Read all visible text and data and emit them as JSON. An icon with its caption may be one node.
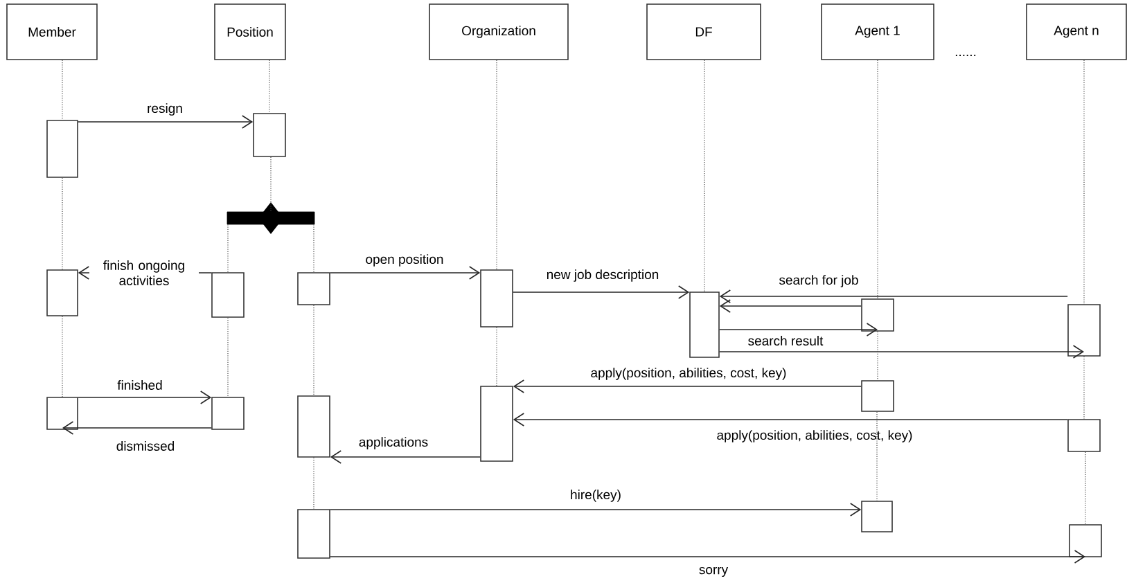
{
  "diagram": {
    "nodes": [
      {
        "text": [
          "Member"
        ]
      },
      {
        "text": [
          "Position"
        ]
      },
      {
        "text": [
          "Organization"
        ]
      },
      {
        "text": [
          "DF"
        ]
      },
      {
        "text": [
          "Agent 1"
        ]
      },
      {
        "text": [
          "Agent n"
        ]
      },
      {
        "text": [],
        "shape": "box"
      },
      {
        "text": [],
        "shape": "box"
      },
      {
        "text": [],
        "shape": "bar"
      },
      {
        "text": [],
        "shape": "box"
      },
      {
        "text": [],
        "shape": "box"
      },
      {
        "text": [],
        "shape": "box"
      },
      {
        "text": [],
        "shape": "box"
      },
      {
        "text": [],
        "shape": "box"
      },
      {
        "text": [],
        "shape": "box"
      },
      {
        "text": [],
        "shape": "box"
      },
      {
        "text": [],
        "shape": "box"
      },
      {
        "text": [],
        "shape": "box"
      },
      {
        "text": [],
        "shape": "box"
      },
      {
        "text": [],
        "shape": "box"
      },
      {
        "text": [],
        "shape": "box"
      },
      {
        "text": [],
        "shape": "box"
      },
      {
        "text": [],
        "shape": "box"
      },
      {
        "text": [],
        "shape": "box"
      },
      {
        "text": [],
        "shape": "box"
      }
    ],
    "edges": [
      {
        "from": 6,
        "to": 7,
        "arrow": "to",
        "label": "resign"
      },
      {
        "from": 10,
        "to": 9,
        "arrow": "to",
        "label": "finish ongoing activities"
      },
      {
        "from": 11,
        "to": 12,
        "arrow": "to",
        "label": "open position"
      },
      {
        "from": 12,
        "to": 13,
        "arrow": "to",
        "label": "new job description"
      },
      {
        "from": 14,
        "to": 13,
        "arrow": "to",
        "label": "search for job"
      },
      {
        "from": 15,
        "to": 13,
        "arrow": "to"
      },
      {
        "from": 13,
        "to": 14,
        "arrow": "to"
      },
      {
        "from": 13,
        "to": 15,
        "arrow": "to",
        "label": "search result"
      },
      {
        "from": 16,
        "to": 20,
        "arrow": "to",
        "label": "apply(position, abilities, cost, key)"
      },
      {
        "from": 17,
        "to": 18,
        "arrow": "to",
        "label": "finished"
      },
      {
        "from": 18,
        "to": 17,
        "arrow": "to",
        "label": "dismissed"
      },
      {
        "from": 21,
        "to": 20,
        "arrow": "to",
        "label": "apply(position, abilities, cost, key)"
      },
      {
        "from": 20,
        "to": 19,
        "arrow": "to",
        "label": "applications"
      },
      {
        "from": 22,
        "to": 23,
        "arrow": "to",
        "label": "hire(key)"
      },
      {
        "from": 22,
        "to": 24,
        "arrow": "to",
        "label": "sorry"
      },
      {
        "from": 0,
        "to": 6,
        "arrow": "none",
        "style": "dashed"
      },
      {
        "from": 6,
        "to": 9,
        "arrow": "none",
        "style": "dashed"
      },
      {
        "from": 9,
        "to": 17,
        "arrow": "none",
        "style": "dashed"
      },
      {
        "from": 1,
        "to": 7,
        "arrow": "none",
        "style": "dashed"
      },
      {
        "from": 7,
        "to": 8,
        "arrow": "none",
        "style": "dashed"
      },
      {
        "from": 8,
        "to": 10,
        "arrow": "none",
        "style": "dashed"
      },
      {
        "from": 10,
        "to": 18,
        "arrow": "none",
        "style": "dashed"
      },
      {
        "from": 8,
        "to": 11,
        "arrow": "none",
        "style": "dashed"
      },
      {
        "from": 11,
        "to": 19,
        "arrow": "none",
        "style": "dashed"
      },
      {
        "from": 19,
        "to": 22,
        "arrow": "none",
        "style": "dashed"
      },
      {
        "from": 2,
        "to": 12,
        "arrow": "none",
        "style": "dashed"
      },
      {
        "from": 12,
        "to": 20,
        "arrow": "none",
        "style": "dashed"
      },
      {
        "from": 3,
        "to": 13,
        "arrow": "none",
        "style": "dashed"
      },
      {
        "from": 4,
        "to": 14,
        "arrow": "none",
        "style": "dashed"
      },
      {
        "from": 14,
        "to": 16,
        "arrow": "none",
        "style": "dashed"
      },
      {
        "from": 16,
        "to": 23,
        "arrow": "none",
        "style": "dashed"
      },
      {
        "from": 5,
        "to": 15,
        "arrow": "none",
        "style": "dashed"
      },
      {
        "from": 15,
        "to": 21,
        "arrow": "none",
        "style": "dashed"
      },
      {
        "from": 21,
        "to": 24,
        "arrow": "none",
        "style": "dashed"
      }
    ],
    "labels": [
      "......"
    ]
  }
}
